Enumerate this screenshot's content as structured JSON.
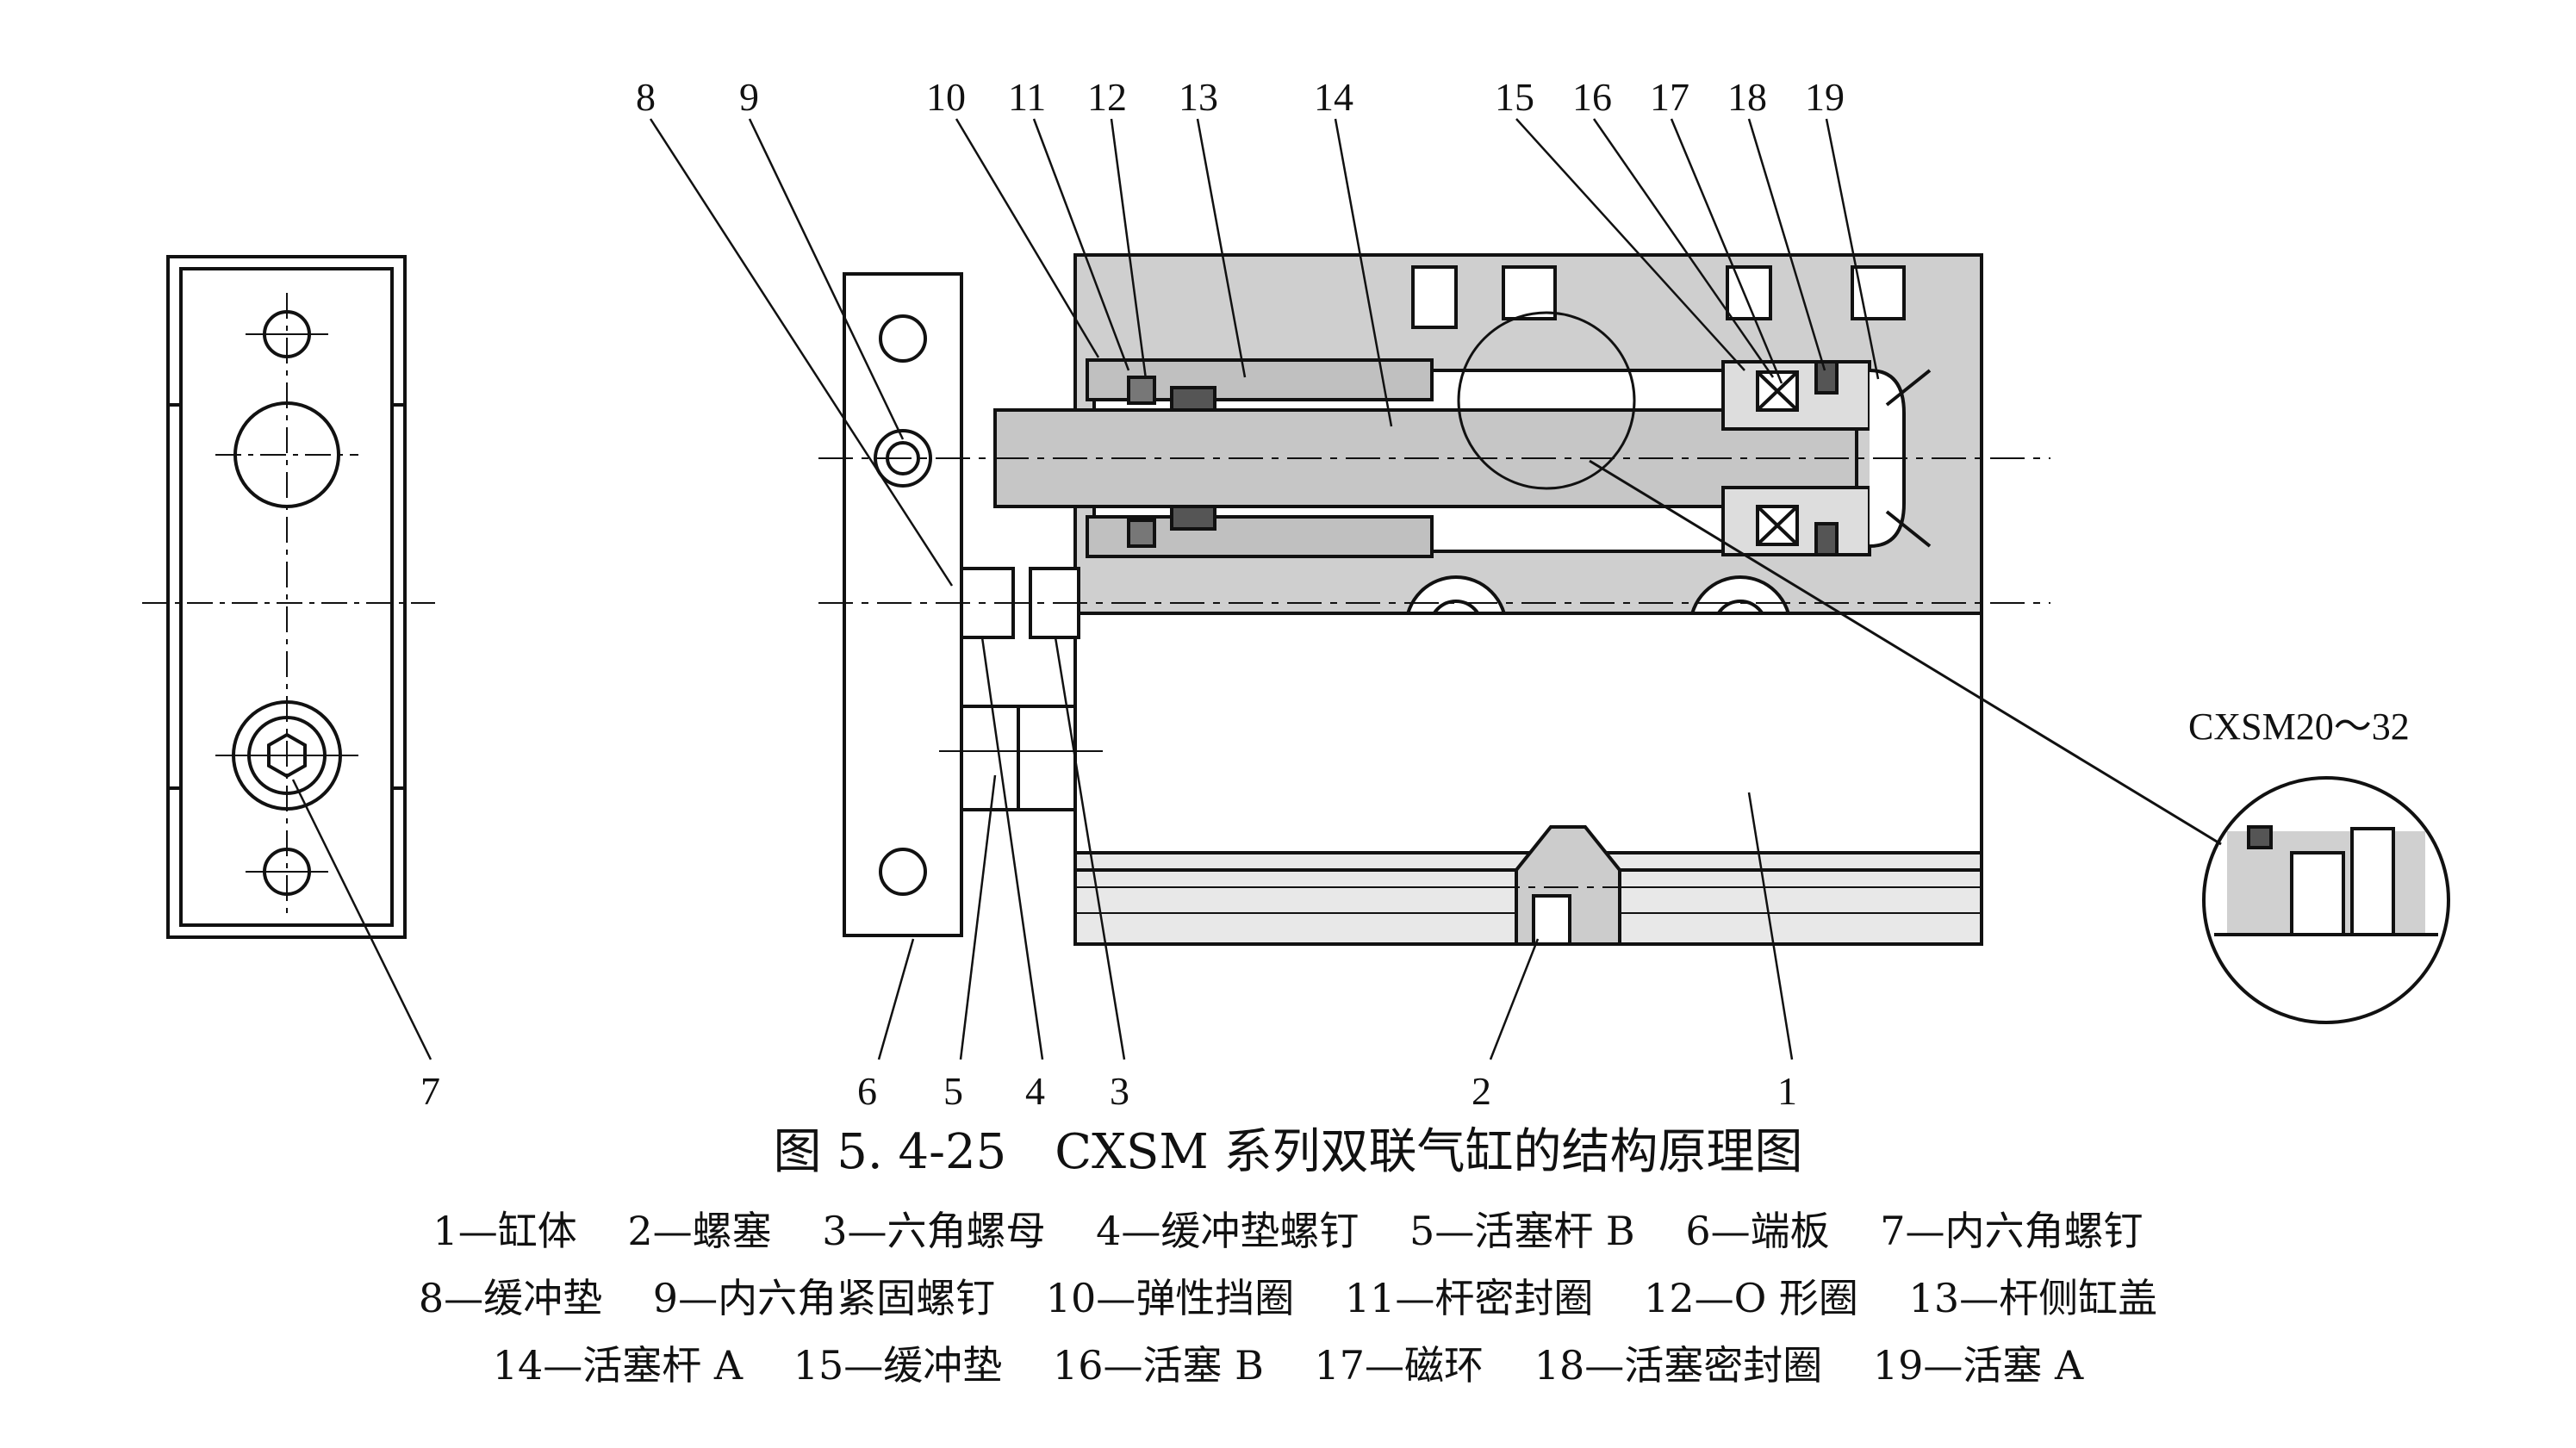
{
  "figure": {
    "callouts": [
      "1",
      "2",
      "3",
      "4",
      "5",
      "6",
      "7",
      "8",
      "9",
      "10",
      "11",
      "12",
      "13",
      "14",
      "15",
      "16",
      "17",
      "18",
      "19"
    ],
    "detail_label": "CXSM20～32"
  },
  "caption": "图 5. 4-25　CXSM 系列双联气缸的结构原理图",
  "legend": {
    "rows": [
      [
        "1—缸体",
        "2—螺塞",
        "3—六角螺母",
        "4—缓冲垫螺钉",
        "5—活塞杆 B",
        "6—端板",
        "7—内六角螺钉"
      ],
      [
        "8—缓冲垫",
        "9—内六角紧固螺钉",
        "10—弹性挡圈",
        "11—杆密封圈",
        "12—O 形圈",
        "13—杆侧缸盖"
      ],
      [
        "14—活塞杆 A",
        "15—缓冲垫",
        "16—活塞 B",
        "17—磁环",
        "18—活塞密封圈",
        "19—活塞 A"
      ]
    ]
  }
}
